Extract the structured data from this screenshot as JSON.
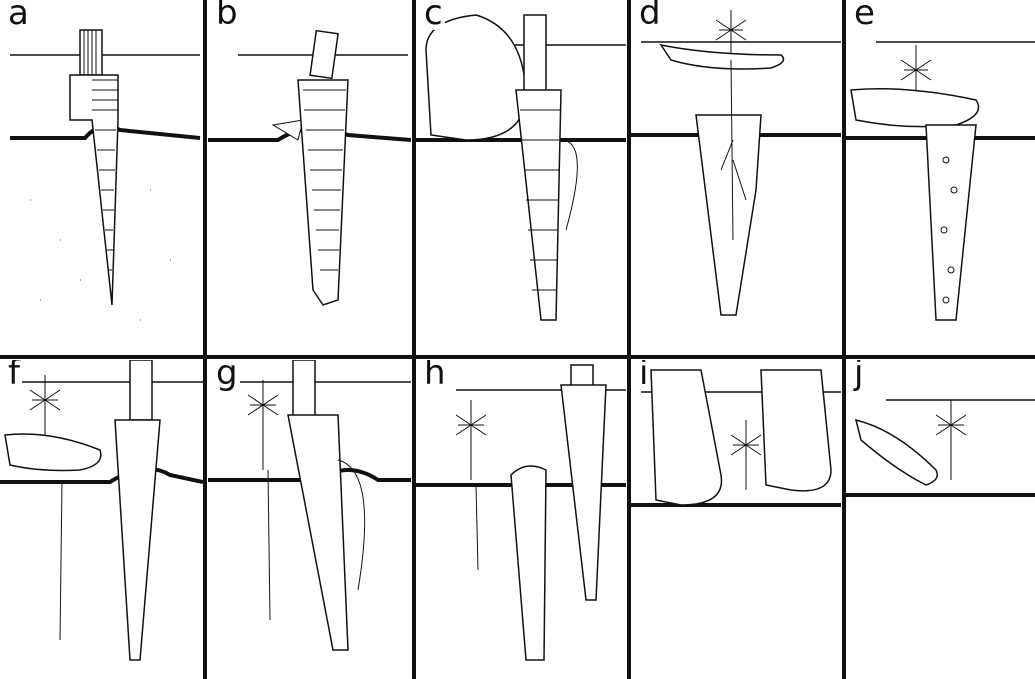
{
  "panels": [
    {
      "label": "a",
      "step": "dibble-inserted"
    },
    {
      "label": "b",
      "step": "dibble-rocked"
    },
    {
      "label": "c",
      "step": "dibble-pushed-with-boot"
    },
    {
      "label": "d",
      "step": "seedling-placed-in-hole"
    },
    {
      "label": "e",
      "step": "roots-positioned"
    },
    {
      "label": "f",
      "step": "dibble-inserted-beside-seedling"
    },
    {
      "label": "g",
      "step": "dibble-levered"
    },
    {
      "label": "h",
      "step": "hole-closed"
    },
    {
      "label": "i",
      "step": "soil-firmed-with-feet"
    },
    {
      "label": "j",
      "step": "seedling-planted"
    }
  ],
  "colors": {
    "ink": "#111111",
    "paper": "#ffffff"
  }
}
